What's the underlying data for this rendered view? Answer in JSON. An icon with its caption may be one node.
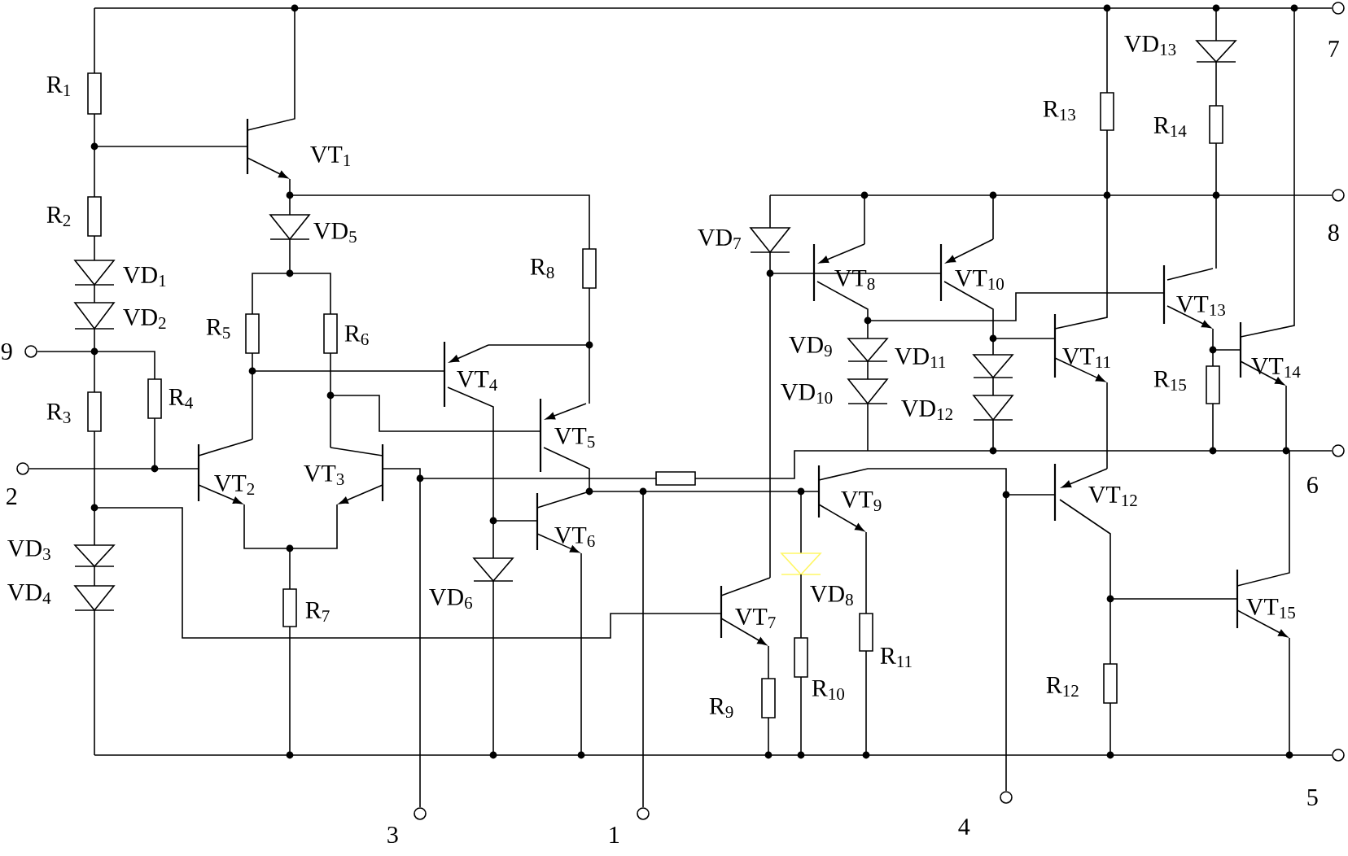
{
  "diagram": {
    "labels": [
      "VD$_{13}$",
      "7",
      "R$_{1}$",
      "R$_{13}$",
      "R$_{14}$",
      "VT$_{1}$",
      "R$_{2}$",
      "VD$_{5}$",
      "VD$_{7}$",
      "8",
      "R$_{8}$",
      "VD$_{1}$",
      "VT$_{8}$",
      "VT$_{10}$",
      "VT$_{13}$",
      "VD$_{2}$",
      "R$_{5}$",
      "R$_{6}$",
      "VD$_{9}$",
      "VD$_{11}$",
      "VT$_{11}$",
      "R$_{15}$",
      "VT$_{14}$",
      "9",
      "R$_{3}$",
      "R$_{4}$",
      "VT$_{4}$",
      "VD$_{10}$",
      "VD$_{12}$",
      "VT$_{5}$",
      "VT$_{2}$",
      "VT$_{3}$",
      "2",
      "6",
      "VT$_{9}$",
      "VT$_{12}$",
      "VT$_{6}$",
      "VD$_{3}$",
      "VD$_{4}$",
      "VD$_{6}$",
      "VD$_{8}$",
      "R$_{7}$",
      "VT$_{7}$",
      "VT$_{15}$",
      "R$_{9}$",
      "R$_{10}$",
      "R$_{11}$",
      "R$_{12}$",
      "5",
      "4",
      "3",
      "1"
    ]
  }
}
